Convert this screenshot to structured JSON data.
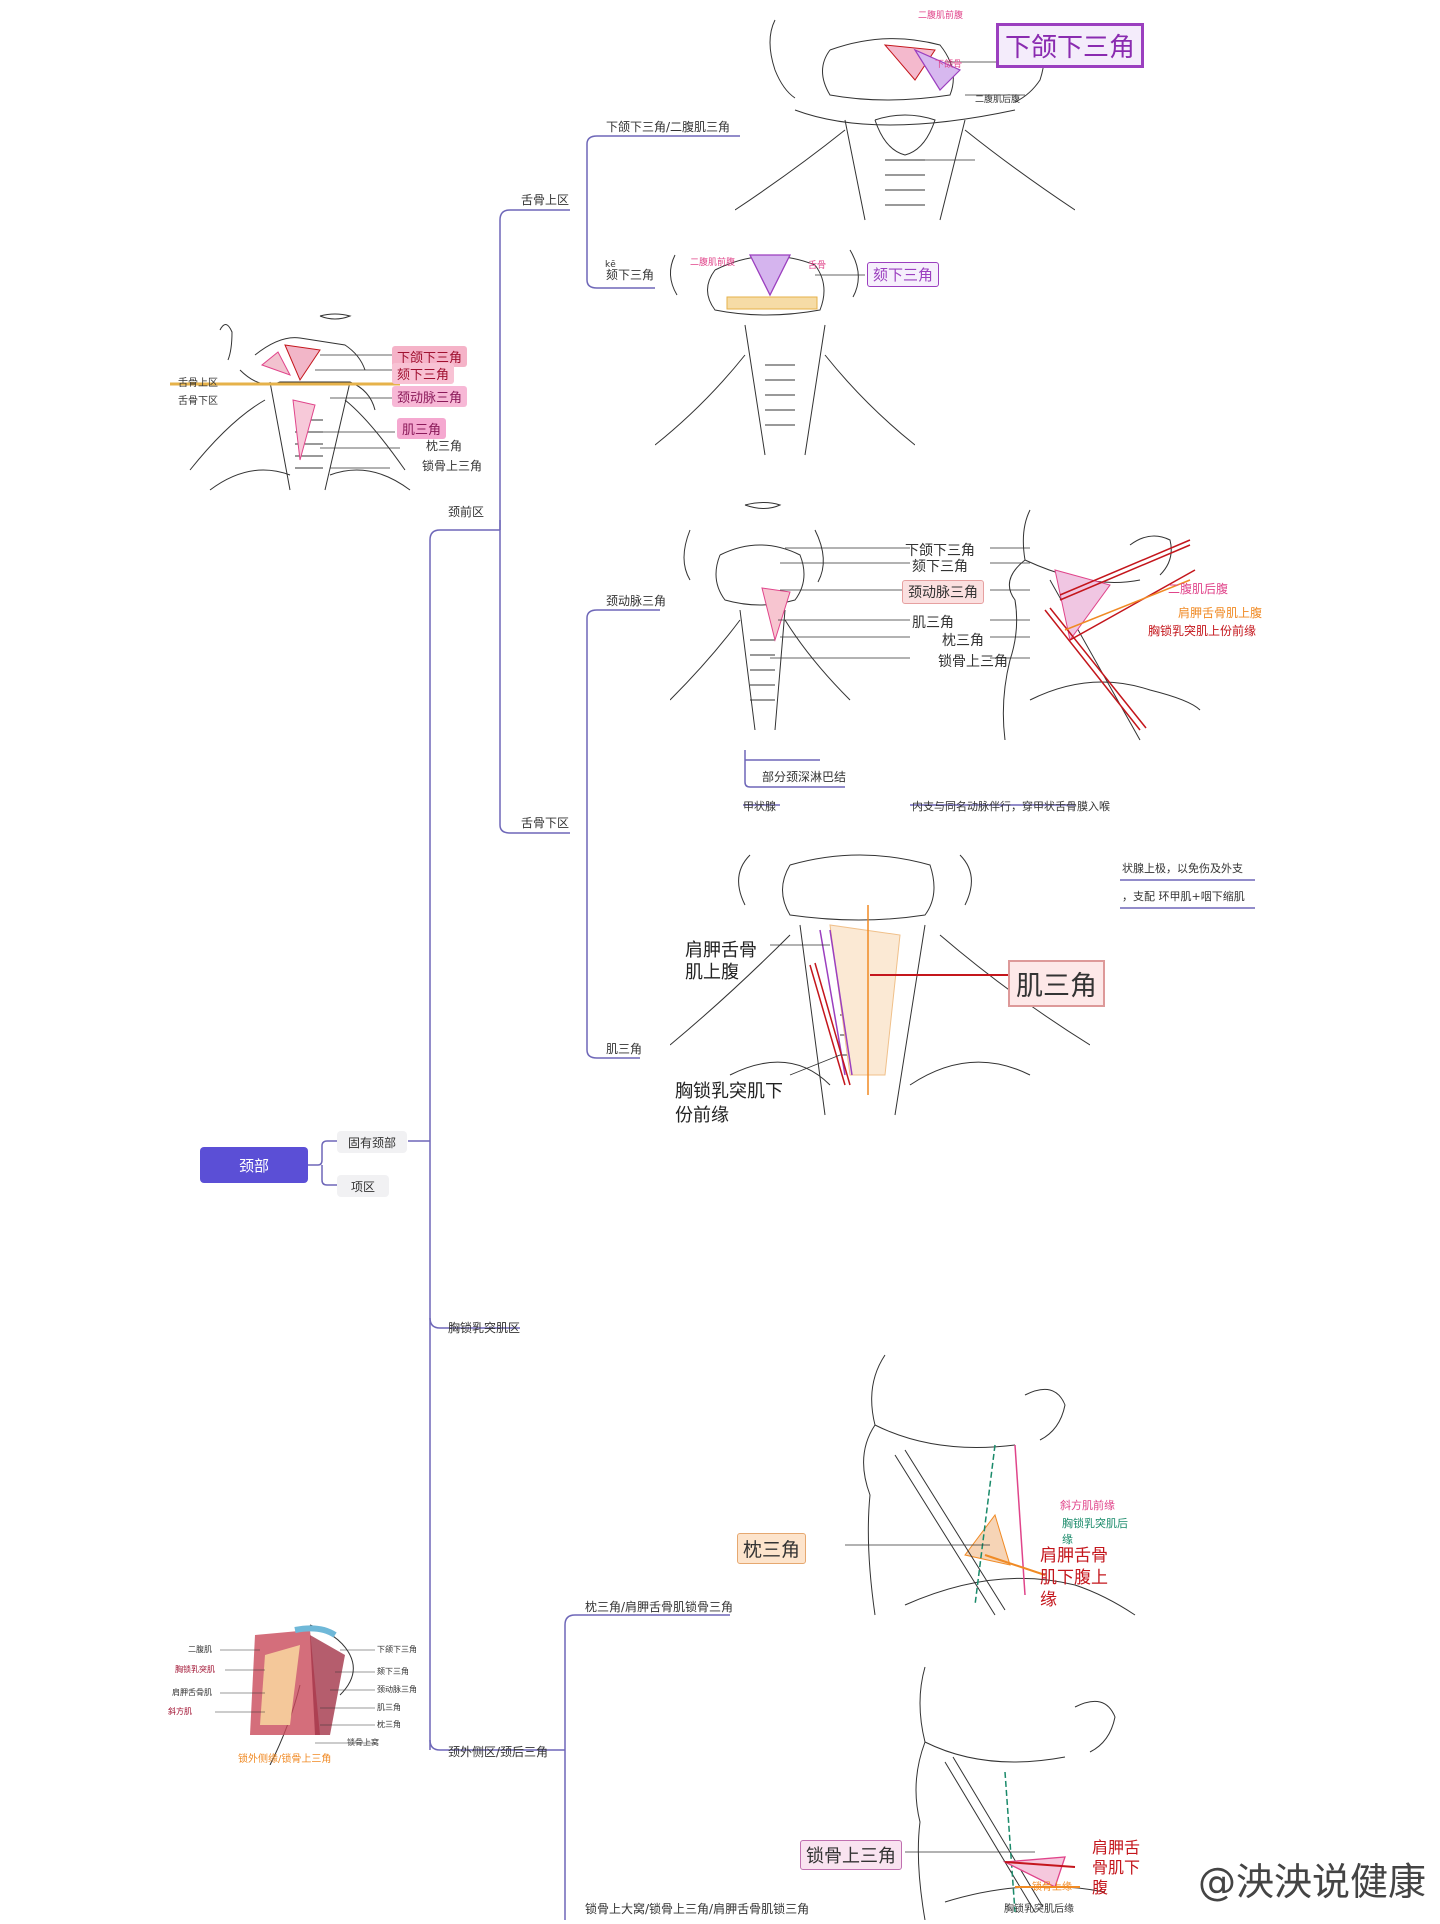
{
  "mindmap": {
    "root": "颈部",
    "level1": [
      "固有颈部",
      "项区"
    ],
    "level2": [
      "颈前区",
      "胸锁乳突肌区",
      "颈外侧区/颈后三角"
    ],
    "level3": [
      "舌骨上区",
      "舌骨下区"
    ],
    "suprahyoid": [
      "下颌下三角/二腹肌三角",
      "颏下三角"
    ],
    "suprahyoid_pinyin": "kē",
    "infrahyoid": [
      "颈动脉三角",
      "肌三角"
    ],
    "carotid_children": [
      "部分颈深淋巴结"
    ],
    "carotid_notes": [
      "甲状腺",
      "内支与同名动脉伴行，穿甲状舌骨膜入喉"
    ],
    "muscle_notes": [
      "状腺上极，以免伤及外支",
      "，支配 环甲肌+咽下缩肌"
    ],
    "lateral": [
      "枕三角/肩胛舌骨肌锁骨三角",
      "锁骨上大窝/锁骨上三角/肩胛舌骨肌锁三角"
    ]
  },
  "figures": {
    "fig_overview": {
      "side_labels": [
        "舌骨上区",
        "舌骨下区"
      ],
      "tags": [
        "下颌下三角",
        "颏下三角",
        "颈动脉三角",
        "肌三角"
      ],
      "plain": [
        "枕三角",
        "锁骨上三角"
      ]
    },
    "fig_submandibular": {
      "title": "下颌下三角",
      "notes": [
        "二腹肌前腹",
        "下颌骨",
        "二腹肌后腹"
      ]
    },
    "fig_submental": {
      "title": "颏下三角",
      "notes": [
        "二腹肌前腹",
        "舌骨"
      ]
    },
    "fig_carotid": {
      "labels": [
        "下颌下三角",
        "颏下三角",
        "颈动脉三角",
        "肌三角",
        "枕三角",
        "锁骨上三角"
      ],
      "side_notes": [
        "二腹肌后腹",
        "肩胛舌骨肌上腹",
        "胸锁乳突肌上份前缘"
      ]
    },
    "fig_muscular": {
      "title": "肌三角",
      "notes": [
        "肩胛舌骨肌上腹",
        "胸锁乳突肌下份前缘"
      ]
    },
    "fig_lateral_overview": {
      "left_labels": [
        "二腹肌",
        "胸锁乳突肌",
        "肩胛舌骨肌",
        "斜方肌"
      ],
      "right_labels": [
        "下颌下三角",
        "颏下三角",
        "颈动脉三角",
        "肌三角",
        "枕三角",
        "锁骨上窝"
      ],
      "caption": "锁外侧缘/锁骨上三角"
    },
    "fig_occipital": {
      "title": "枕三角",
      "notes": [
        "斜方肌前缘",
        "胸锁乳突肌后缘",
        "肩胛舌骨肌下腹上缘"
      ]
    },
    "fig_supraclavicular": {
      "title": "锁骨上三角",
      "notes": [
        "肩胛舌骨肌下腹",
        "锁骨上缘",
        "胸锁乳突肌后缘"
      ]
    }
  },
  "watermark": "@泱泱说健康",
  "colors": {
    "root": "#5b4fd6",
    "line": "#6e67b8",
    "pink": "#e0448a",
    "purple": "#9b3fbf",
    "red": "#c4161c",
    "orange": "#f08a24",
    "green": "#1a8a6a",
    "peach": "#f7d9c4"
  }
}
